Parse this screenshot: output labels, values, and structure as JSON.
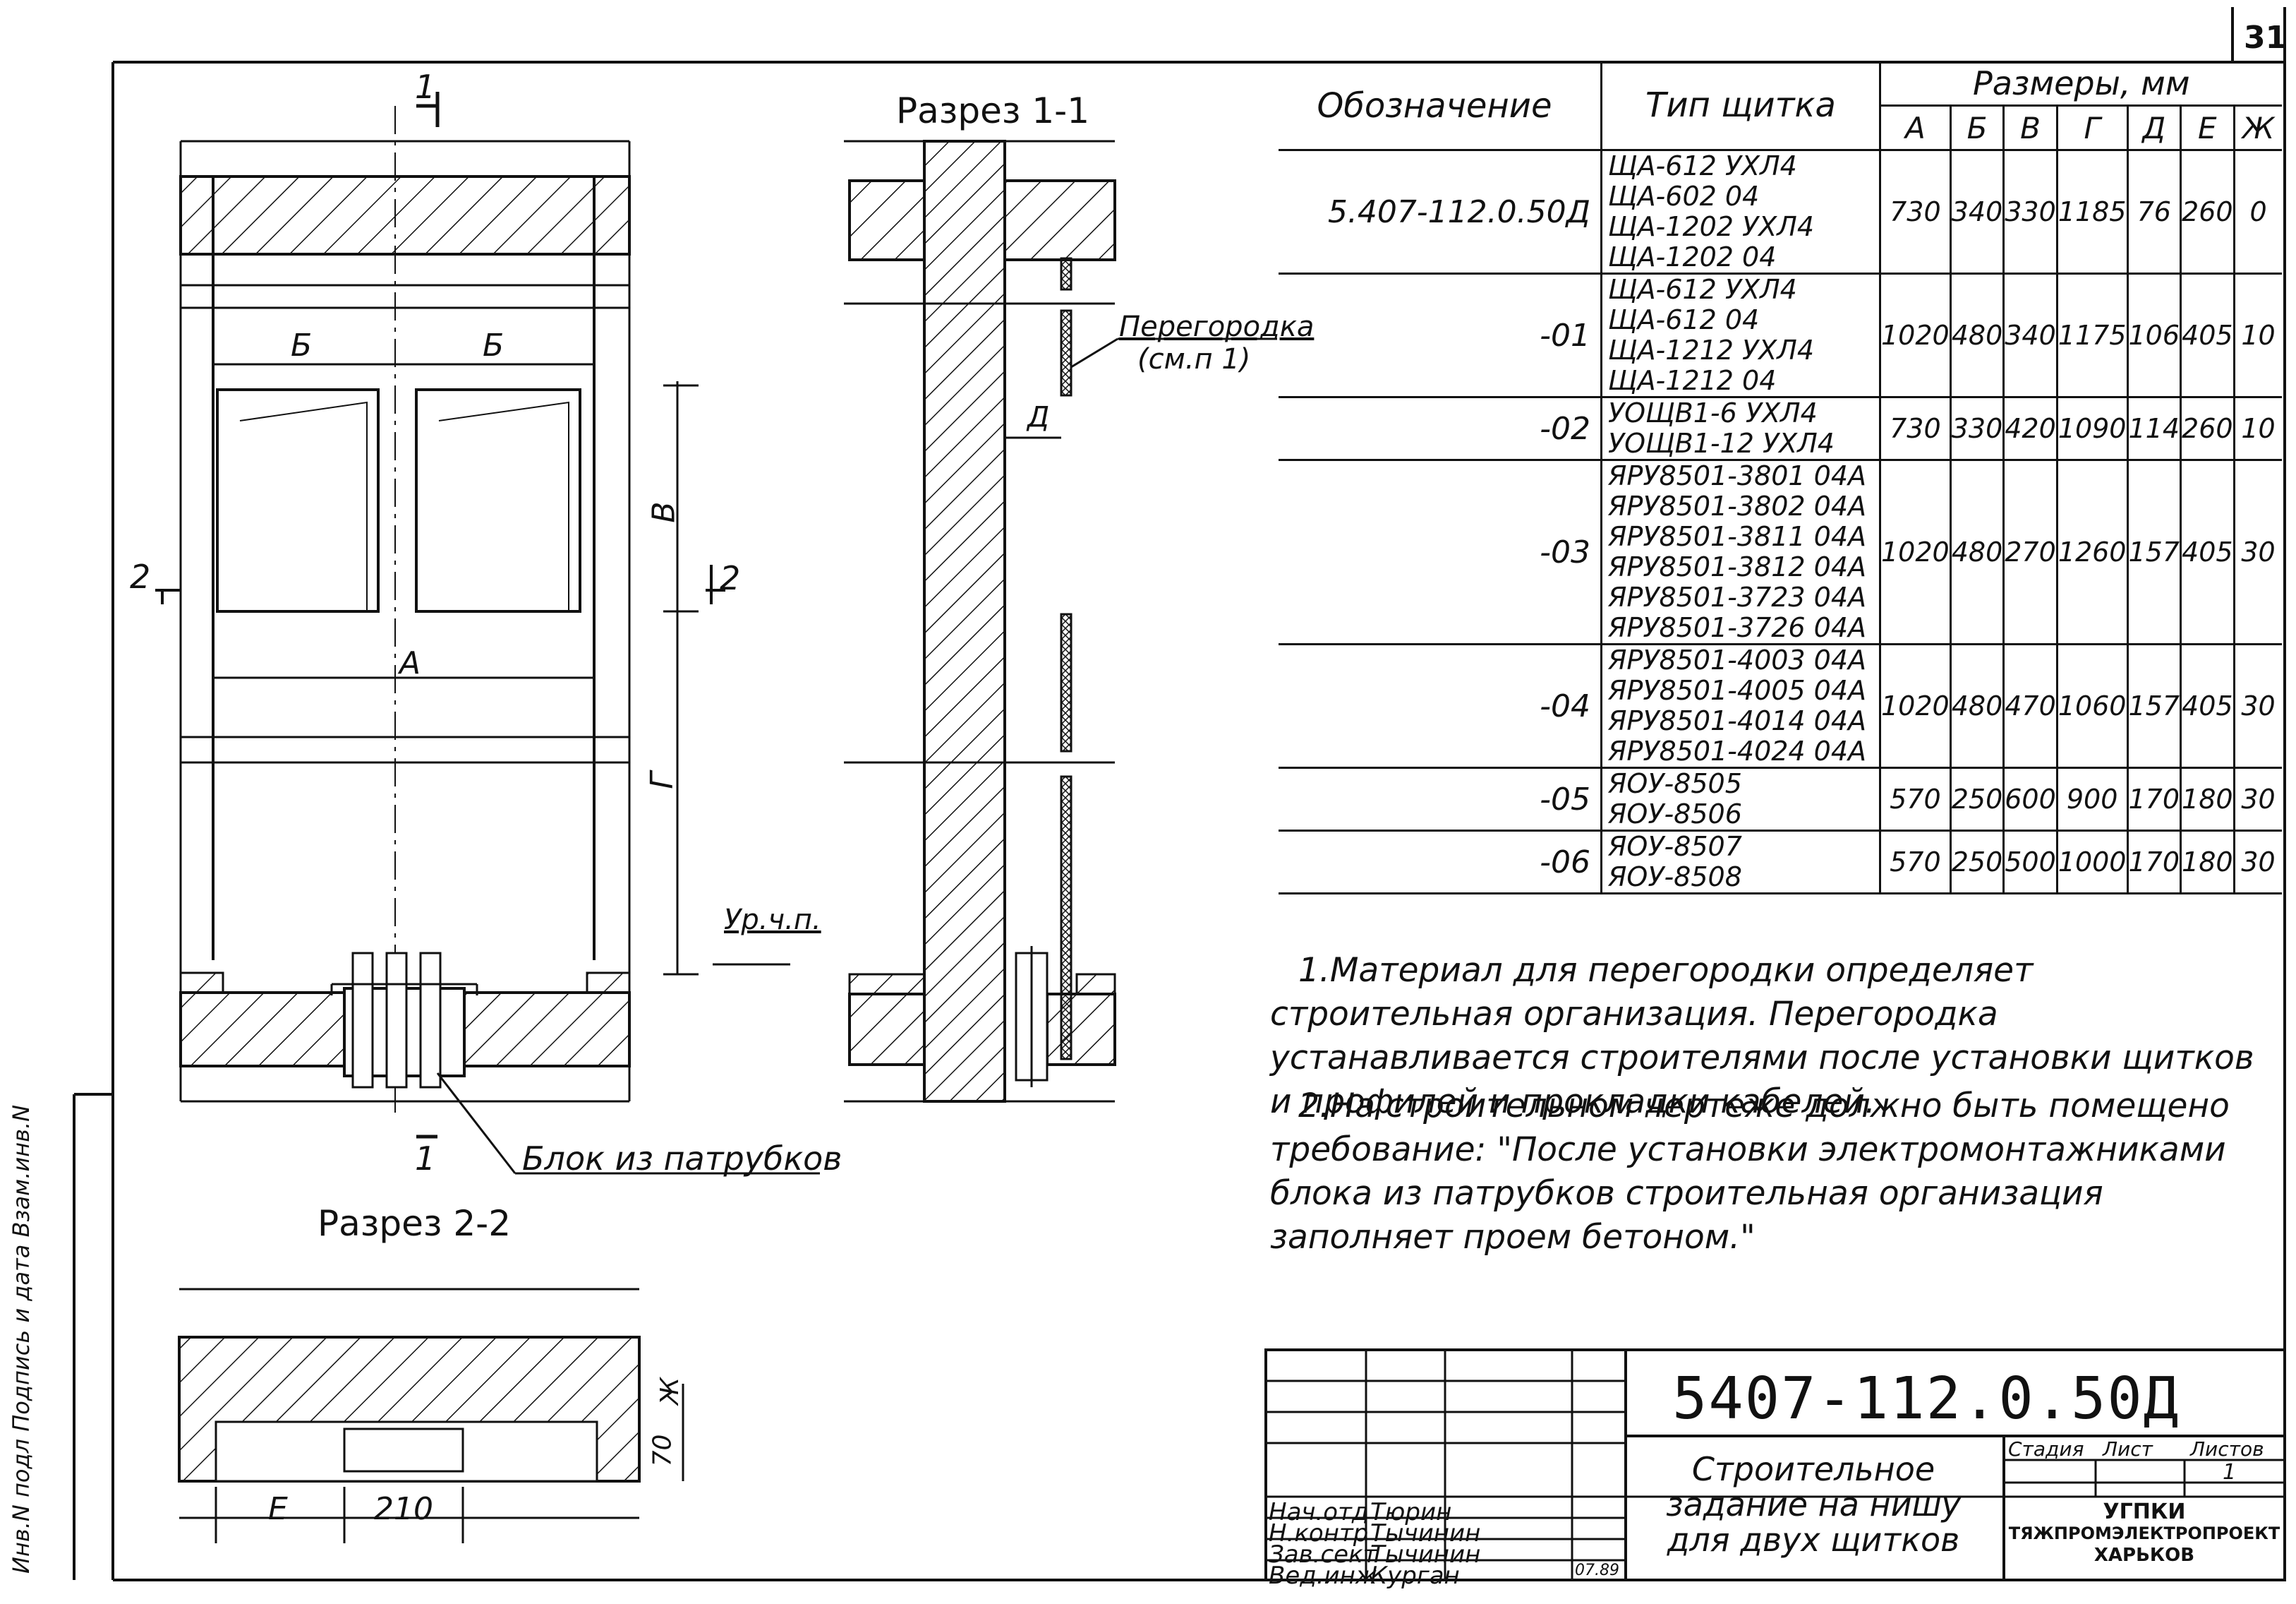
{
  "sheet_number": "31",
  "drawing": {
    "cut_marks": [
      "1",
      "1",
      "2",
      "2"
    ],
    "dim_labels": {
      "b": "Б",
      "v": "В",
      "a": "A",
      "g": "Г",
      "d": "Д",
      "e": "Е",
      "zh": "Ж",
      "d70": "70",
      "d210": "210"
    },
    "level_label": "Ур.ч.п.",
    "block_label": "Блок из патрубков",
    "section_1_title": "Разрез 1-1",
    "section_2_title": "Разрез 2-2",
    "partition_label_1": "Перегородка",
    "partition_label_2": "(см.п 1)",
    "side_stamp": "Инв.N подл  Подпись и дата  Взам.инв.N"
  },
  "table": {
    "headers": {
      "designation": "Обозначение",
      "type": "Тип щитка",
      "sizes": "Размеры, мм"
    },
    "dim_headers": [
      "А",
      "Б",
      "В",
      "Г",
      "Д",
      "Е",
      "Ж"
    ],
    "rows": [
      {
        "designation": "5.407-112.0.50Д",
        "types": [
          "ЩА-612 УХЛ4",
          "ЩА-602 04",
          "ЩА-1202 УХЛ4",
          "ЩА-1202 04"
        ],
        "dims": [
          "730",
          "340",
          "330",
          "1185",
          "76",
          "260",
          "0"
        ]
      },
      {
        "designation": "-01",
        "types": [
          "ЩА-612 УХЛ4",
          "ЩА-612 04",
          "ЩА-1212 УХЛ4",
          "ЩА-1212 04"
        ],
        "dims": [
          "1020",
          "480",
          "340",
          "1175",
          "106",
          "405",
          "10"
        ]
      },
      {
        "designation": "-02",
        "types": [
          "УОЩВ1-6 УХЛ4",
          "УОЩВ1-12 УХЛ4"
        ],
        "dims": [
          "730",
          "330",
          "420",
          "1090",
          "114",
          "260",
          "10"
        ]
      },
      {
        "designation": "-03",
        "types": [
          "ЯРУ8501-3801 04А",
          "ЯРУ8501-3802 04А",
          "ЯРУ8501-3811 04А",
          "ЯРУ8501-3812 04А",
          "ЯРУ8501-3723 04А",
          "ЯРУ8501-3726 04А"
        ],
        "dims": [
          "1020",
          "480",
          "270",
          "1260",
          "157",
          "405",
          "30"
        ]
      },
      {
        "designation": "-04",
        "types": [
          "ЯРУ8501-4003 04А",
          "ЯРУ8501-4005 04А",
          "ЯРУ8501-4014 04А",
          "ЯРУ8501-4024 04А"
        ],
        "dims": [
          "1020",
          "480",
          "470",
          "1060",
          "157",
          "405",
          "30"
        ]
      },
      {
        "designation": "-05",
        "types": [
          "ЯОУ-8505",
          "ЯОУ-8506"
        ],
        "dims": [
          "570",
          "250",
          "600",
          "900",
          "170",
          "180",
          "30"
        ]
      },
      {
        "designation": "-06",
        "types": [
          "ЯОУ-8507",
          "ЯОУ-8508"
        ],
        "dims": [
          "570",
          "250",
          "500",
          "1000",
          "170",
          "180",
          "30"
        ]
      }
    ]
  },
  "notes": [
    "1.Материал для перегородки определяет строительная организация. Перегородка устанавливается строителями после установки щитков и профилей и прокладки кабелей.",
    "2.На строительном чертеже должно быть помещено требование: \"После установки электромонтажниками блока из патрубков строительная организация заполняет проем бетоном.\""
  ],
  "title_block": {
    "code": "5407-112.0.50Д",
    "title": "Строительное задание на нишу для двух щитков",
    "stage_label": "Стадия",
    "sheet_label": "Лист",
    "sheets_label": "Листов",
    "sheets_value": "1",
    "org_1": "УГПКИ",
    "org_2": "ТЯЖПРОМЭЛЕКТРОПРОЕКТ",
    "org_3": "ХАРЬКОВ",
    "date": "07.89",
    "people": [
      {
        "role": "Нач.отд",
        "name": "Тюрин"
      },
      {
        "role": "Н.контр",
        "name": "Тычинин"
      },
      {
        "role": "Зав.сект",
        "name": "Тычинин"
      },
      {
        "role": "Вед.инж",
        "name": "Курган"
      }
    ]
  }
}
